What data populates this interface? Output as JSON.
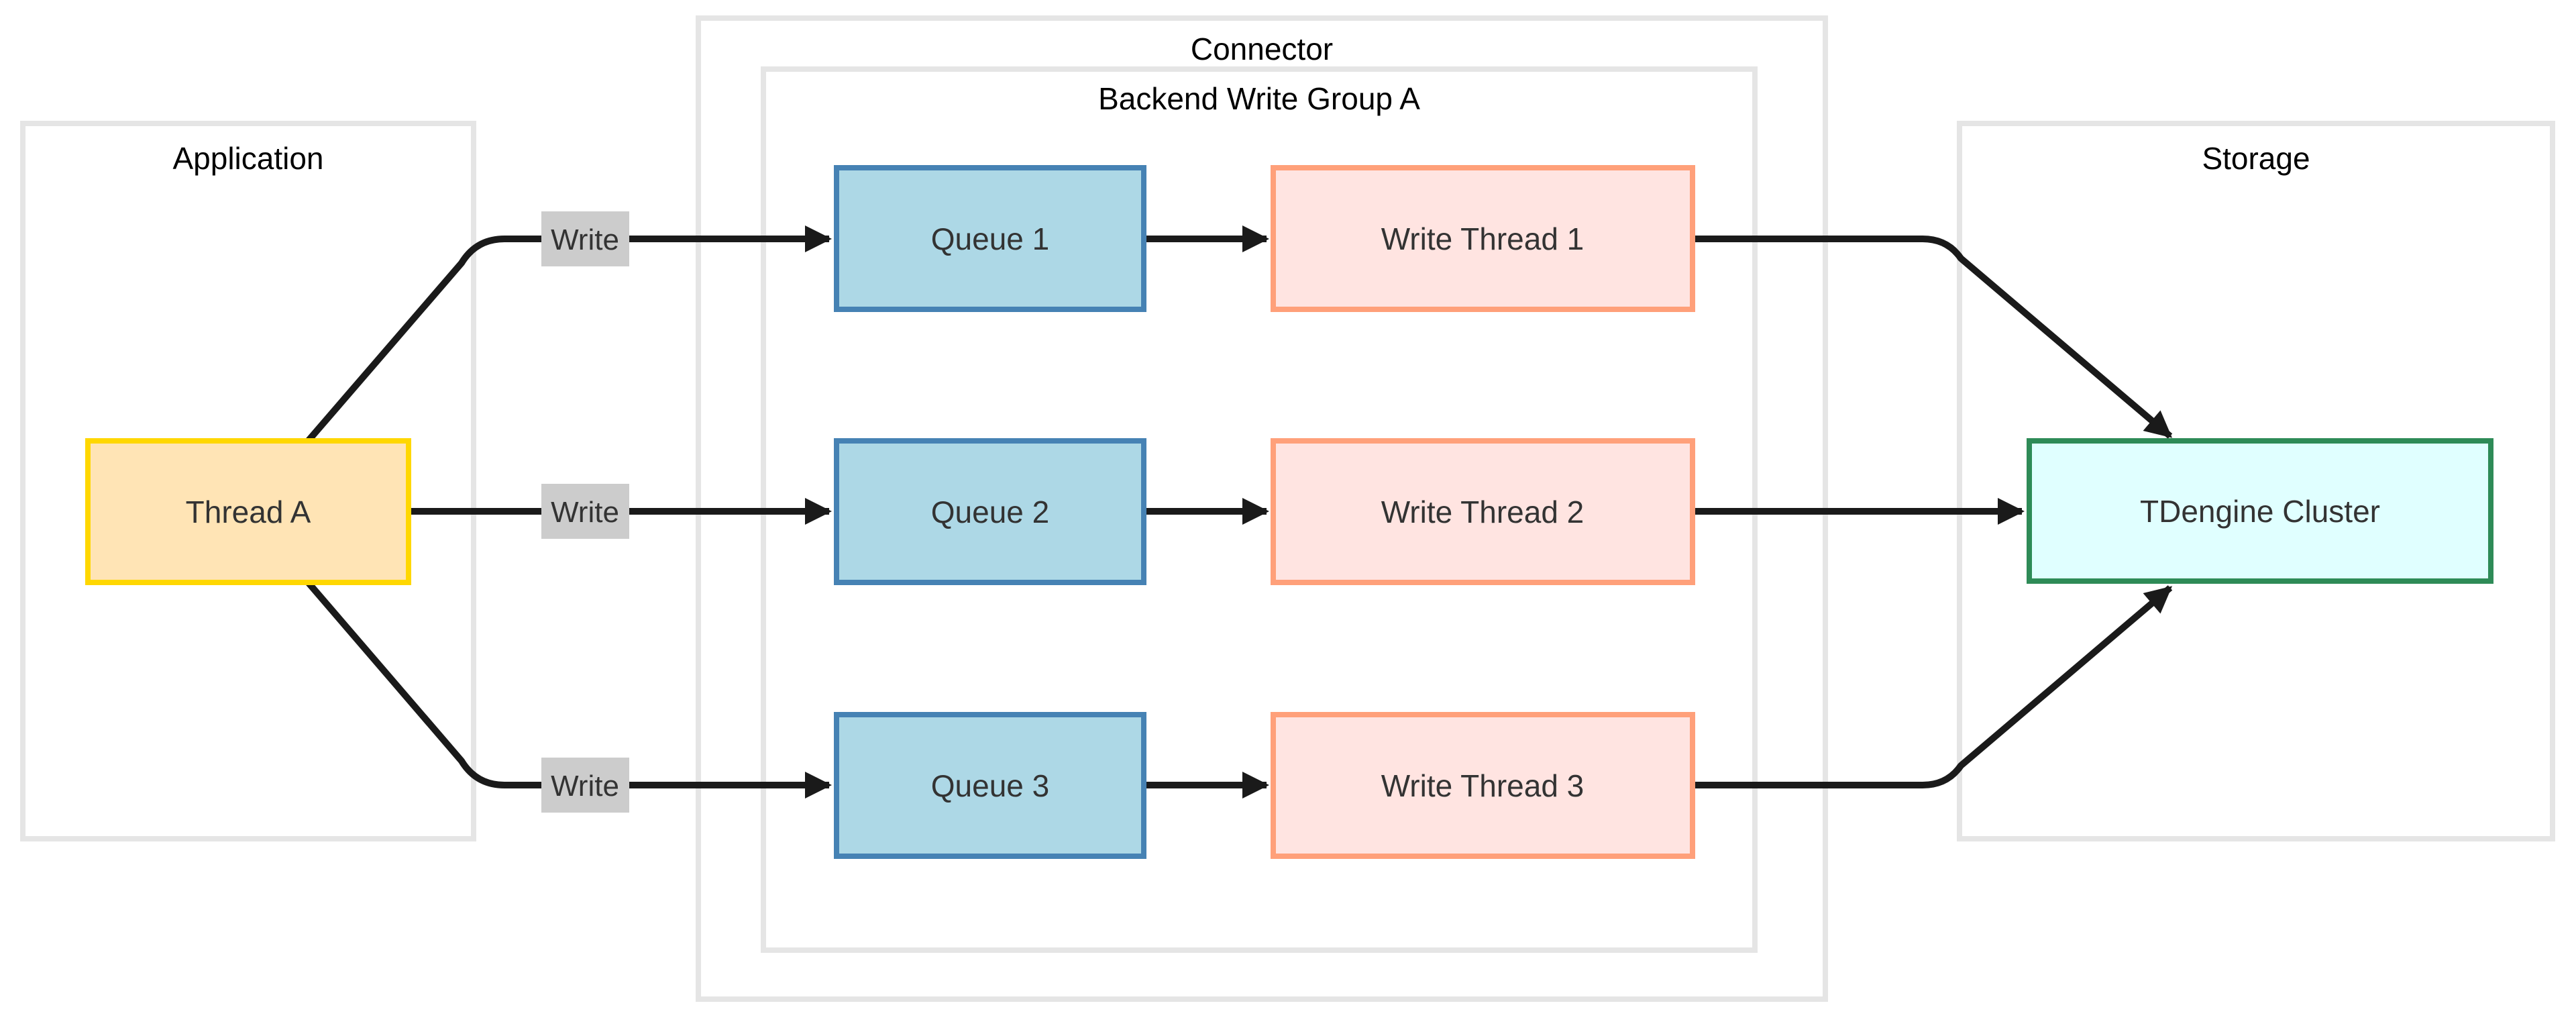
{
  "diagram": {
    "type": "flowchart",
    "direction": "left-to-right",
    "containers": [
      {
        "id": "application",
        "label": "Application"
      },
      {
        "id": "connector",
        "label": "Connector"
      },
      {
        "id": "backend-write-group-a",
        "label": "Backend Write Group A",
        "parent": "connector"
      },
      {
        "id": "storage",
        "label": "Storage"
      }
    ],
    "nodes": [
      {
        "id": "thread-a",
        "label": "Thread A",
        "container": "application",
        "fill": "#ffe4b5",
        "stroke": "#ffd700"
      },
      {
        "id": "queue-1",
        "label": "Queue 1",
        "container": "backend-write-group-a",
        "fill": "#add8e6",
        "stroke": "#4682b4"
      },
      {
        "id": "queue-2",
        "label": "Queue 2",
        "container": "backend-write-group-a",
        "fill": "#add8e6",
        "stroke": "#4682b4"
      },
      {
        "id": "queue-3",
        "label": "Queue 3",
        "container": "backend-write-group-a",
        "fill": "#add8e6",
        "stroke": "#4682b4"
      },
      {
        "id": "write-thread-1",
        "label": "Write Thread 1",
        "container": "backend-write-group-a",
        "fill": "#ffe4e1",
        "stroke": "#ffa07a"
      },
      {
        "id": "write-thread-2",
        "label": "Write Thread 2",
        "container": "backend-write-group-a",
        "fill": "#ffe4e1",
        "stroke": "#ffa07a"
      },
      {
        "id": "write-thread-3",
        "label": "Write Thread 3",
        "container": "backend-write-group-a",
        "fill": "#ffe4e1",
        "stroke": "#ffa07a"
      },
      {
        "id": "tdengine-cluster",
        "label": "TDengine Cluster",
        "container": "storage",
        "fill": "#e0ffff",
        "stroke": "#2e8b57"
      }
    ],
    "edges": [
      {
        "from": "thread-a",
        "to": "queue-1",
        "label": "Write"
      },
      {
        "from": "thread-a",
        "to": "queue-2",
        "label": "Write"
      },
      {
        "from": "thread-a",
        "to": "queue-3",
        "label": "Write"
      },
      {
        "from": "queue-1",
        "to": "write-thread-1",
        "label": ""
      },
      {
        "from": "queue-2",
        "to": "write-thread-2",
        "label": ""
      },
      {
        "from": "queue-3",
        "to": "write-thread-3",
        "label": ""
      },
      {
        "from": "write-thread-1",
        "to": "tdengine-cluster",
        "label": ""
      },
      {
        "from": "write-thread-2",
        "to": "tdengine-cluster",
        "label": ""
      },
      {
        "from": "write-thread-3",
        "to": "tdengine-cluster",
        "label": ""
      }
    ],
    "colors": {
      "background": "#ffffff",
      "edge": "#1a1a1a",
      "edge_label_bg": "#cccccc",
      "edge_label_text": "#333333",
      "node_text": "#333333",
      "container_border": "#e5e5e5",
      "container_title_text": "#000000"
    }
  }
}
